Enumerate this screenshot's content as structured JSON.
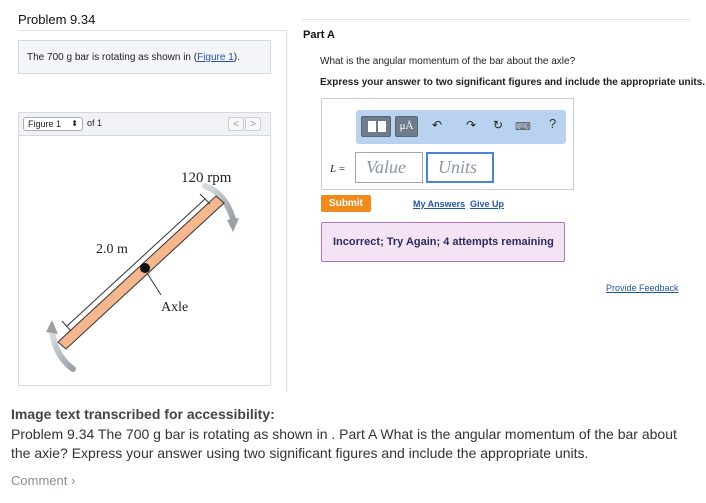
{
  "problem": {
    "title": "Problem 9.34",
    "statement_prefix": "The 700 g bar is rotating as shown in (",
    "statement_link": "Figure 1",
    "statement_suffix": ")."
  },
  "figure": {
    "select_value": "Figure 1",
    "of_label": "of 1",
    "prev_icon": "chevron-left-icon",
    "next_icon": "chevron-right-icon",
    "prev_glyph": "<",
    "next_glyph": ">",
    "rpm_label": "120 rpm",
    "length_label": "2.0 m",
    "axle_label": "Axle",
    "bar_color": "#f6b78f"
  },
  "part": {
    "title": "Part A",
    "question": "What is the angular momentum of the bar about the axle?",
    "instruction": "Express your answer to two significant figures and include the appropriate units."
  },
  "editor": {
    "units_button": "μÅ",
    "undo_glyph": "↶",
    "redo_glyph": "↷",
    "reset_glyph": "↻",
    "keyboard_glyph": "⌨",
    "help_glyph": "?",
    "variable": "L",
    "equals": " =",
    "value_placeholder": "Value",
    "units_placeholder": "Units"
  },
  "actions": {
    "submit": "Submit",
    "my_answers": "My Answers",
    "give_up": "Give Up"
  },
  "feedback": {
    "message": "Incorrect; Try Again; 4 attempts remaining",
    "provide_feedback": "Provide Feedback"
  },
  "transcription": {
    "title": "Image text transcribed for accessibility:",
    "body": "Problem 9.34 The 700 g bar is rotating as shown in . Part A What is the angular momentum of the bar about the axie? Express your answer using two significant figures and include the appropriate units."
  },
  "comment": {
    "label": "Comment",
    "glyph": "›"
  },
  "colors": {
    "submit": "#f08a1c",
    "link": "#1f57a6",
    "feedback_bg": "#f3e3f5",
    "feedback_border": "#b075be",
    "toolbar_bg": "#b9d2ef"
  }
}
